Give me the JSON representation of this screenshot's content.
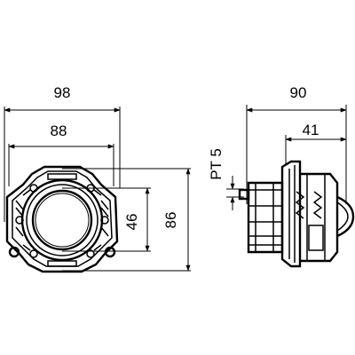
{
  "drawing": {
    "front_view": {
      "width_overall": "98",
      "width_mounting": "88",
      "height_lens": "46",
      "height_overall": "86"
    },
    "side_view": {
      "depth_overall": "90",
      "depth_partial": "41",
      "thread_label": "PT 5"
    }
  },
  "colors": {
    "ink": "#000000",
    "background": "#ffffff"
  }
}
